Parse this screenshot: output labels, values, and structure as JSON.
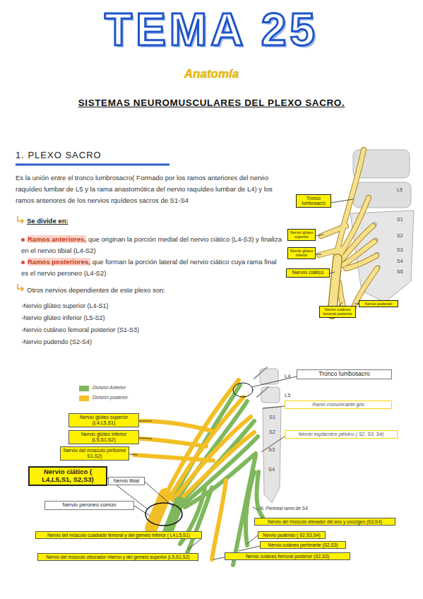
{
  "diagram": {
    "title": "TEMA 25",
    "nodes": [
      {
        "text": [
          "Tronco lumbosacro"
        ]
      },
      {
        "text": [
          "Nervio glúteo superior"
        ]
      },
      {
        "text": [
          "Nervio glúteo inferior"
        ]
      },
      {
        "text": [
          "Nervio ciático"
        ]
      },
      {
        "text": [
          "Nervio cutáneo femoral posterior"
        ]
      },
      {
        "text": [
          "Nervio pudendo"
        ]
      },
      {
        "text": [
          "Tronco lumbosacro"
        ]
      },
      {
        "text": [
          "Ramo comunicante gris"
        ]
      },
      {
        "text": [
          "Nervio glúteo superior (L4,L5,S1)"
        ]
      },
      {
        "text": [
          "Nervio esplácnico pélvico ( S2, S3, S4)"
        ]
      },
      {
        "text": [
          "Nervio glúteo inferior (L5,S1,S2)"
        ]
      },
      {
        "text": [
          "Nervio del músculo piriforme S1,S2)"
        ]
      },
      {
        "text": [
          "Nervio ciático ( L4,L5,S1, S2,S3)"
        ]
      },
      {
        "text": [
          "Nervio tibial"
        ]
      },
      {
        "text": [
          "Nervio peroneo común"
        ]
      },
      {
        "text": [
          "Nervio del músculo elevador del ano y coccígeo (S3,S4)"
        ]
      },
      {
        "text": [
          "Nervio pudendo ( S2,S3,S4)"
        ]
      },
      {
        "text": [
          "Nervio del músculo cuadrado femoral y del gemelo inferior ( L4,L5,S1)"
        ]
      },
      {
        "text": [
          "Nervio cutáneo perforante (S2,S3)"
        ]
      },
      {
        "text": [
          "Nervio del músculo obturador interno y del gemelo superior (L5,S1,S2)"
        ]
      },
      {
        "text": [
          "Nervio cutáneo femoral posterior (S2,S3)"
        ]
      }
    ],
    "labels": [
      "Anatomía",
      "SISTEMAS NEUROMUSCULARES DEL PLEXO SACRO.",
      "1. PLEXO SACRO",
      "Es la unión entre el tronco lumbrosacro( Formado por los ramos anteriores del nervio raquídeo lumbar de L5 y la rama anastomótica del nervio raquídeo lumbar de L4) y los ramos anteriores de los nervios rquídeos sacros de S1-S4",
      "Se divide en:",
      "Ramos anteriores,",
      "que originan la porción medial del nervio ciático (L4-S3) y finaliza en el nervio tibial (L4-S2)",
      "Ramos posteriores,",
      "que forman la porción lateral del nervio ciático cuya rama final es el nervio peroneo (L4-S2)",
      "Otros nervios dependientes de este plexo son:",
      "-Nervio glúteo superior (L4-S1)",
      "-Nervio glúteo inferior (L5-S2)",
      "-Nervio cutáneo femoral posterior (S1-S3)",
      "-Nervio pudendo (S2-S4)",
      "L5",
      "S1",
      "S2",
      "S3",
      "S4",
      "S5",
      "L4",
      "L5",
      "S1",
      "S2",
      "S3",
      "S4",
      "N. Perineal ramo de S4"
    ],
    "legend": [
      {
        "text": "División Anterior",
        "color": "#7fb85c"
      },
      {
        "text": "División posterior",
        "color": "#f2bf26"
      }
    ]
  }
}
